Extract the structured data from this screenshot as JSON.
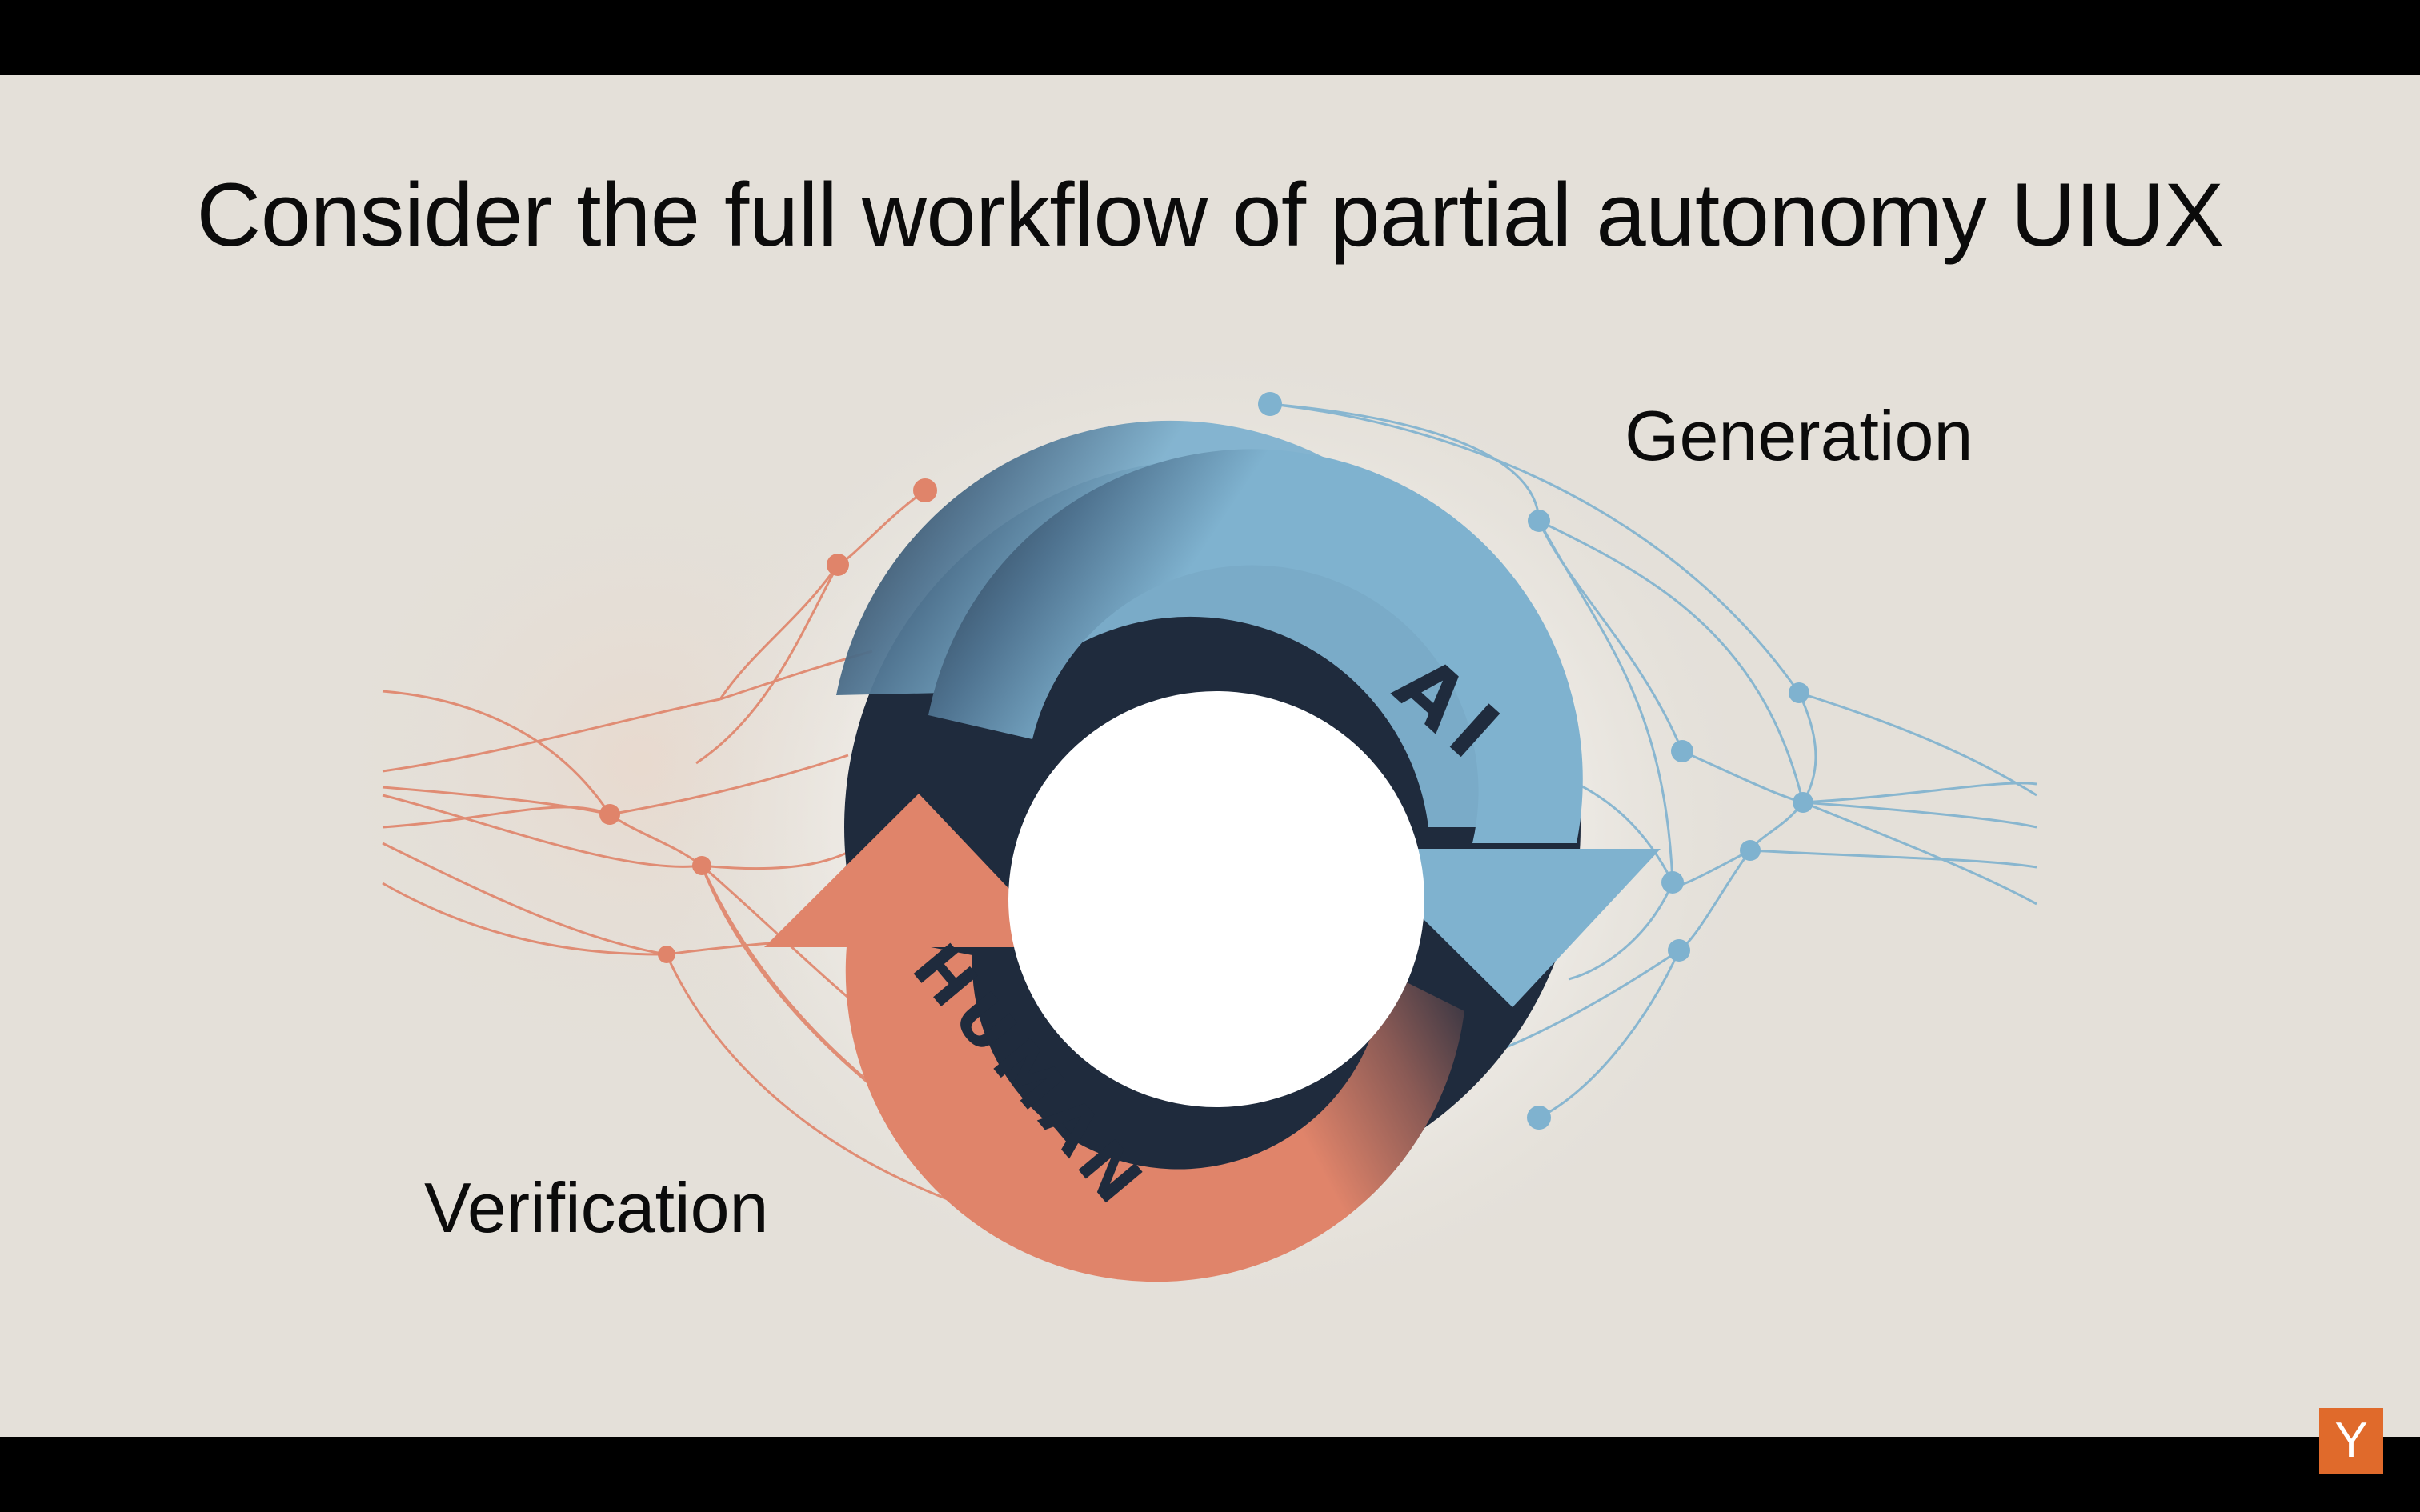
{
  "slide": {
    "title": "Consider the full workflow of partial autonomy UIUX",
    "labels": {
      "generation": "Generation",
      "verification": "Verification"
    },
    "cycle": {
      "top_arrow_text": "AI",
      "bottom_arrow_text": "HUMAN"
    }
  },
  "badge": {
    "text": "Y"
  },
  "colors": {
    "slide_background": "#e4e0d9",
    "ai_blue": "#7fb2cf",
    "human_salmon": "#e0846a",
    "dark_navy": "#1f2b3d",
    "badge_orange": "#e06a2b"
  }
}
